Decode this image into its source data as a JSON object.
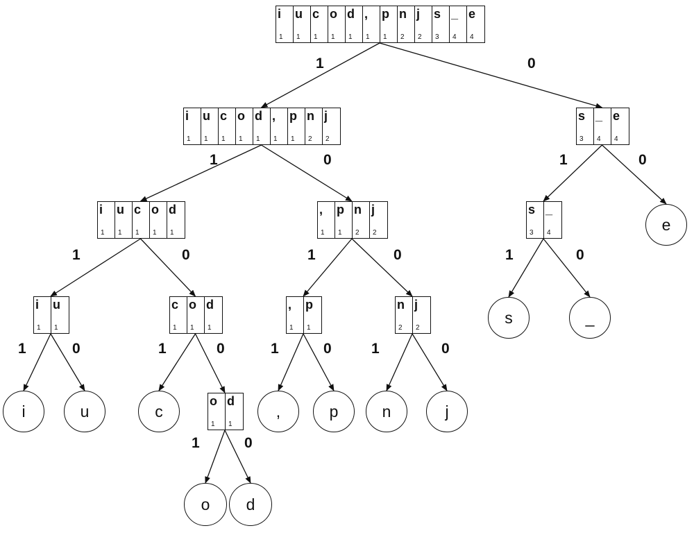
{
  "tree": {
    "nodes": {
      "root": {
        "symbols": [
          "i",
          "u",
          "c",
          "o",
          "d",
          ",",
          "p",
          "n",
          "j",
          "s",
          "_",
          "e"
        ],
        "counts": [
          "1",
          "1",
          "1",
          "1",
          "1",
          "1",
          "1",
          "2",
          "2",
          "3",
          "4",
          "4"
        ]
      },
      "n1": {
        "symbols": [
          "i",
          "u",
          "c",
          "o",
          "d",
          ",",
          "p",
          "n",
          "j"
        ],
        "counts": [
          "1",
          "1",
          "1",
          "1",
          "1",
          "1",
          "1",
          "2",
          "2"
        ]
      },
      "n0": {
        "symbols": [
          "s",
          "_",
          "e"
        ],
        "counts": [
          "3",
          "4",
          "4"
        ]
      },
      "n11": {
        "symbols": [
          "i",
          "u",
          "c",
          "o",
          "d"
        ],
        "counts": [
          "1",
          "1",
          "1",
          "1",
          "1"
        ]
      },
      "n10": {
        "symbols": [
          ",",
          "p",
          "n",
          "j"
        ],
        "counts": [
          "1",
          "1",
          "2",
          "2"
        ]
      },
      "n01": {
        "symbols": [
          "s",
          "_"
        ],
        "counts": [
          "3",
          "4"
        ]
      },
      "n111": {
        "symbols": [
          "i",
          "u"
        ],
        "counts": [
          "1",
          "1"
        ]
      },
      "n110": {
        "symbols": [
          "c",
          "o",
          "d"
        ],
        "counts": [
          "1",
          "1",
          "1"
        ]
      },
      "n101": {
        "symbols": [
          ",",
          "p"
        ],
        "counts": [
          "1",
          "1"
        ]
      },
      "n100": {
        "symbols": [
          "n",
          "j"
        ],
        "counts": [
          "2",
          "2"
        ]
      },
      "n1100": {
        "symbols": [
          "o",
          "d"
        ],
        "counts": [
          "1",
          "1"
        ]
      }
    },
    "leaves": {
      "e": "e",
      "s": "s",
      "_": "_",
      "i": "i",
      "u": "u",
      "c": "c",
      ",": ",",
      "p": "p",
      "n": "n",
      "j": "j",
      "o": "o",
      "d": "d"
    },
    "edges": [
      {
        "from": "root",
        "to": "n1",
        "label": "1"
      },
      {
        "from": "root",
        "to": "n0",
        "label": "0"
      },
      {
        "from": "n1",
        "to": "n11",
        "label": "1"
      },
      {
        "from": "n1",
        "to": "n10",
        "label": "0"
      },
      {
        "from": "n0",
        "to": "n01",
        "label": "1"
      },
      {
        "from": "n0",
        "to": "leaf:e",
        "label": "0"
      },
      {
        "from": "n11",
        "to": "n111",
        "label": "1"
      },
      {
        "from": "n11",
        "to": "n110",
        "label": "0"
      },
      {
        "from": "n10",
        "to": "n101",
        "label": "1"
      },
      {
        "from": "n10",
        "to": "n100",
        "label": "0"
      },
      {
        "from": "n01",
        "to": "leaf:s",
        "label": "1"
      },
      {
        "from": "n01",
        "to": "leaf:_",
        "label": "0"
      },
      {
        "from": "n111",
        "to": "leaf:i",
        "label": "1"
      },
      {
        "from": "n111",
        "to": "leaf:u",
        "label": "0"
      },
      {
        "from": "n110",
        "to": "leaf:c",
        "label": "1"
      },
      {
        "from": "n110",
        "to": "n1100",
        "label": "0"
      },
      {
        "from": "n101",
        "to": "leaf:,",
        "label": "1"
      },
      {
        "from": "n101",
        "to": "leaf:p",
        "label": "0"
      },
      {
        "from": "n100",
        "to": "leaf:n",
        "label": "1"
      },
      {
        "from": "n100",
        "to": "leaf:j",
        "label": "0"
      },
      {
        "from": "n1100",
        "to": "leaf:o",
        "label": "1"
      },
      {
        "from": "n1100",
        "to": "leaf:d",
        "label": "0"
      }
    ]
  }
}
